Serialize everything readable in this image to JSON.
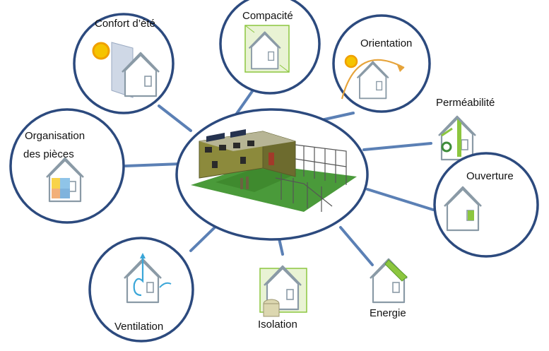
{
  "center": {
    "image": "house-model-3d"
  },
  "nodes": {
    "confort_ete": {
      "label": "Confort d’été",
      "icon": "house-sun-shade-icon"
    },
    "compacite": {
      "label": "Compacité",
      "icon": "house-compact-box-icon"
    },
    "orientation": {
      "label": "Orientation",
      "icon": "house-sun-path-icon"
    },
    "permeabilite": {
      "label": "Perméabilité",
      "icon": "house-airtight-icon"
    },
    "ouverture": {
      "label": "Ouverture",
      "icon": "house-window-icon"
    },
    "energie": {
      "label": "Energie",
      "icon": "house-solar-panel-icon"
    },
    "isolation": {
      "label": "Isolation",
      "icon": "house-insulation-icon"
    },
    "ventilation": {
      "label": "Ventilation",
      "icon": "house-airflow-icon"
    },
    "organisation": {
      "label_line1": "Organisation",
      "label_line2": "des pièces",
      "icon": "house-rooms-icon"
    }
  },
  "colors": {
    "circle_stroke": "#2c4a7e",
    "connector": "#5b80b5",
    "accent_green": "#8cc63f",
    "accent_blue": "#3aa6d8",
    "sun": "#f5c400"
  }
}
